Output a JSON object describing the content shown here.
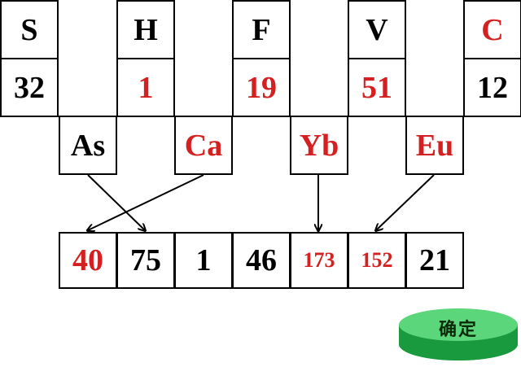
{
  "colors": {
    "red": "#d42020",
    "black": "#000000",
    "button_green": "#22b04a"
  },
  "top_row": [
    {
      "symbol": "S",
      "value": "32",
      "symbol_red": false,
      "value_red": false
    },
    {
      "symbol": "H",
      "value": "1",
      "symbol_red": false,
      "value_red": true
    },
    {
      "symbol": "F",
      "value": "19",
      "symbol_red": false,
      "value_red": true
    },
    {
      "symbol": "V",
      "value": "51",
      "symbol_red": false,
      "value_red": true
    },
    {
      "symbol": "C",
      "value": "12",
      "symbol_red": true,
      "value_red": false
    }
  ],
  "middle_row": [
    {
      "symbol": "As",
      "red": false
    },
    {
      "symbol": "Ca",
      "red": true
    },
    {
      "symbol": "Yb",
      "red": true
    },
    {
      "symbol": "Eu",
      "red": true
    }
  ],
  "answer_row": [
    {
      "value": "40",
      "red": true,
      "small": false
    },
    {
      "value": "75",
      "red": false,
      "small": false
    },
    {
      "value": "1",
      "red": false,
      "small": false
    },
    {
      "value": "46",
      "red": false,
      "small": false
    },
    {
      "value": "173",
      "red": true,
      "small": true
    },
    {
      "value": "152",
      "red": true,
      "small": true
    },
    {
      "value": "21",
      "red": false,
      "small": false
    }
  ],
  "arrows": [
    {
      "from": "As",
      "to": "75"
    },
    {
      "from": "Ca",
      "to": "40"
    },
    {
      "from": "Yb",
      "to": "173"
    },
    {
      "from": "Eu",
      "to": "152"
    }
  ],
  "confirm_button": {
    "label": "确定"
  }
}
